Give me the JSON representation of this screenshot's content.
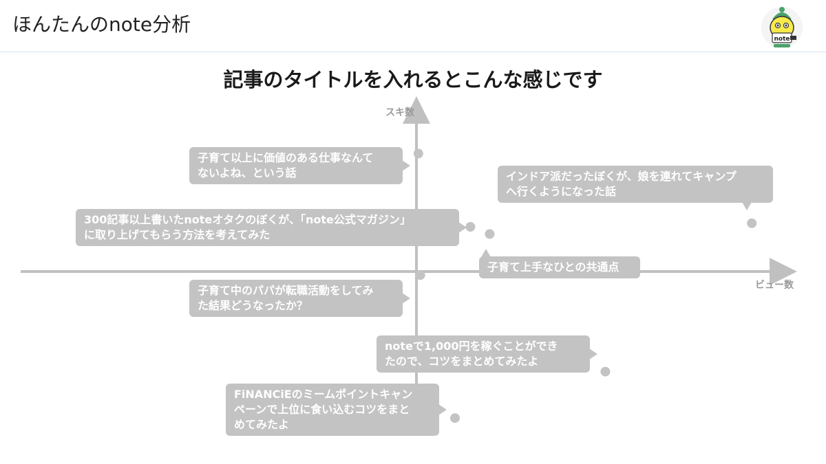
{
  "header": {
    "title": "ほんたんのnote分析"
  },
  "logo": {
    "icon": "note-mascot-icon",
    "text": "note"
  },
  "slide_title": "記事のタイトルを入れるとこんな感じです",
  "chart_data": {
    "type": "scatter",
    "xlabel": "ビュー数",
    "ylabel": "スキ数",
    "xlim": [
      -100,
      100
    ],
    "ylim": [
      -100,
      100
    ],
    "grid": false,
    "point_color": "#c3c3c3",
    "points": [
      {
        "label_lines": [
          "子育て以上に価値のある仕事なんて",
          "ないよね、という話"
        ],
        "x": 0.5,
        "y": 66
      },
      {
        "label_lines": [
          "インドア派だったぼくが、娘を連れてキャンプ",
          "へ行くようになった話"
        ],
        "x": 87,
        "y": 27
      },
      {
        "label_lines": [
          "300記事以上書いたnoteオタクのぼくが、「note公式マガジン」",
          "に取り上げてもらう方法を考えてみた"
        ],
        "x": 14,
        "y": 25
      },
      {
        "label_lines": [
          "子育て上手なひとの共通点"
        ],
        "x": 19,
        "y": 21
      },
      {
        "label_lines": [
          "子育て中のパパが転職活動をしてみ",
          "た結果どうなったか？"
        ],
        "x": 1,
        "y": -2
      },
      {
        "label_lines": [
          "noteで1,000円を稼ぐことができ",
          "たので、コツをまとめてみたよ"
        ],
        "x": 49,
        "y": -56
      },
      {
        "label_lines": [
          "FiNANCiEのミームポイントキャン",
          "ペーンで上位に食い込むコツをまと",
          "めてみたよ"
        ],
        "x": 10,
        "y": -82
      }
    ]
  }
}
